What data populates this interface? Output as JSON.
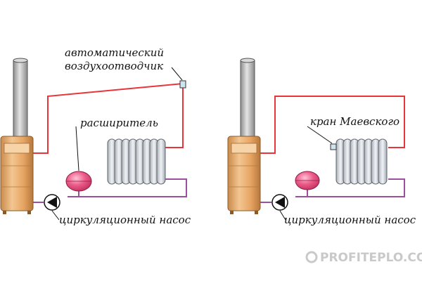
{
  "labels": {
    "auto_vent_line1": "автоматический",
    "auto_vent_line2": "воздухоотводчик",
    "expander": "расширитель",
    "pump_left": "циркуляционный насос",
    "mayevsky_valve": "кран Маевского",
    "pump_right": "циркуляционный насос"
  },
  "watermark": "PROFITEPLO.COM",
  "colors": {
    "supply_pipe": "#e8353a",
    "return_pipe": "#9b4f9e",
    "boiler": "#e6a563",
    "radiator": "#c9ced6",
    "expander": "#e5477a"
  }
}
